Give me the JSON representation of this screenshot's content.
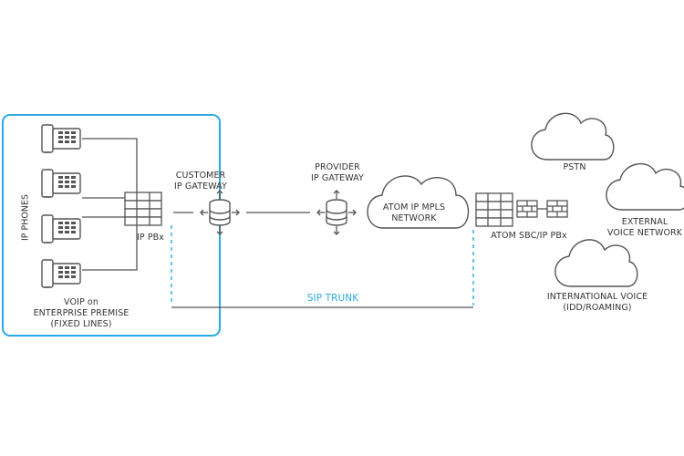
{
  "labels": {
    "ip_phones": "IP PHONES",
    "voip": [
      "VOIP on",
      "ENTERPRISE PREMISE",
      "(FIXED LINES)"
    ],
    "ip_pbx": "IP PBx",
    "customer_gateway": [
      "CUSTOMER",
      "IP GATEWAY"
    ],
    "provider_gateway": [
      "PROVIDER",
      "IP GATEWAY"
    ],
    "atom_network": [
      "ATOM IP MPLS",
      "NETWORK"
    ],
    "atom_sbc": "ATOM SBC/IP PBx",
    "pstn": "PSTN",
    "external_voice": [
      "EXTERNAL",
      "VOICE NETWORK"
    ],
    "international_voice": [
      "INTERNATIONAL VOICE",
      "(IDD/ROAMING)"
    ],
    "sip_trunk": "SIP TRUNK"
  },
  "colors": {
    "accent": "#29abe2",
    "line": "#555555",
    "text": "#333333"
  }
}
